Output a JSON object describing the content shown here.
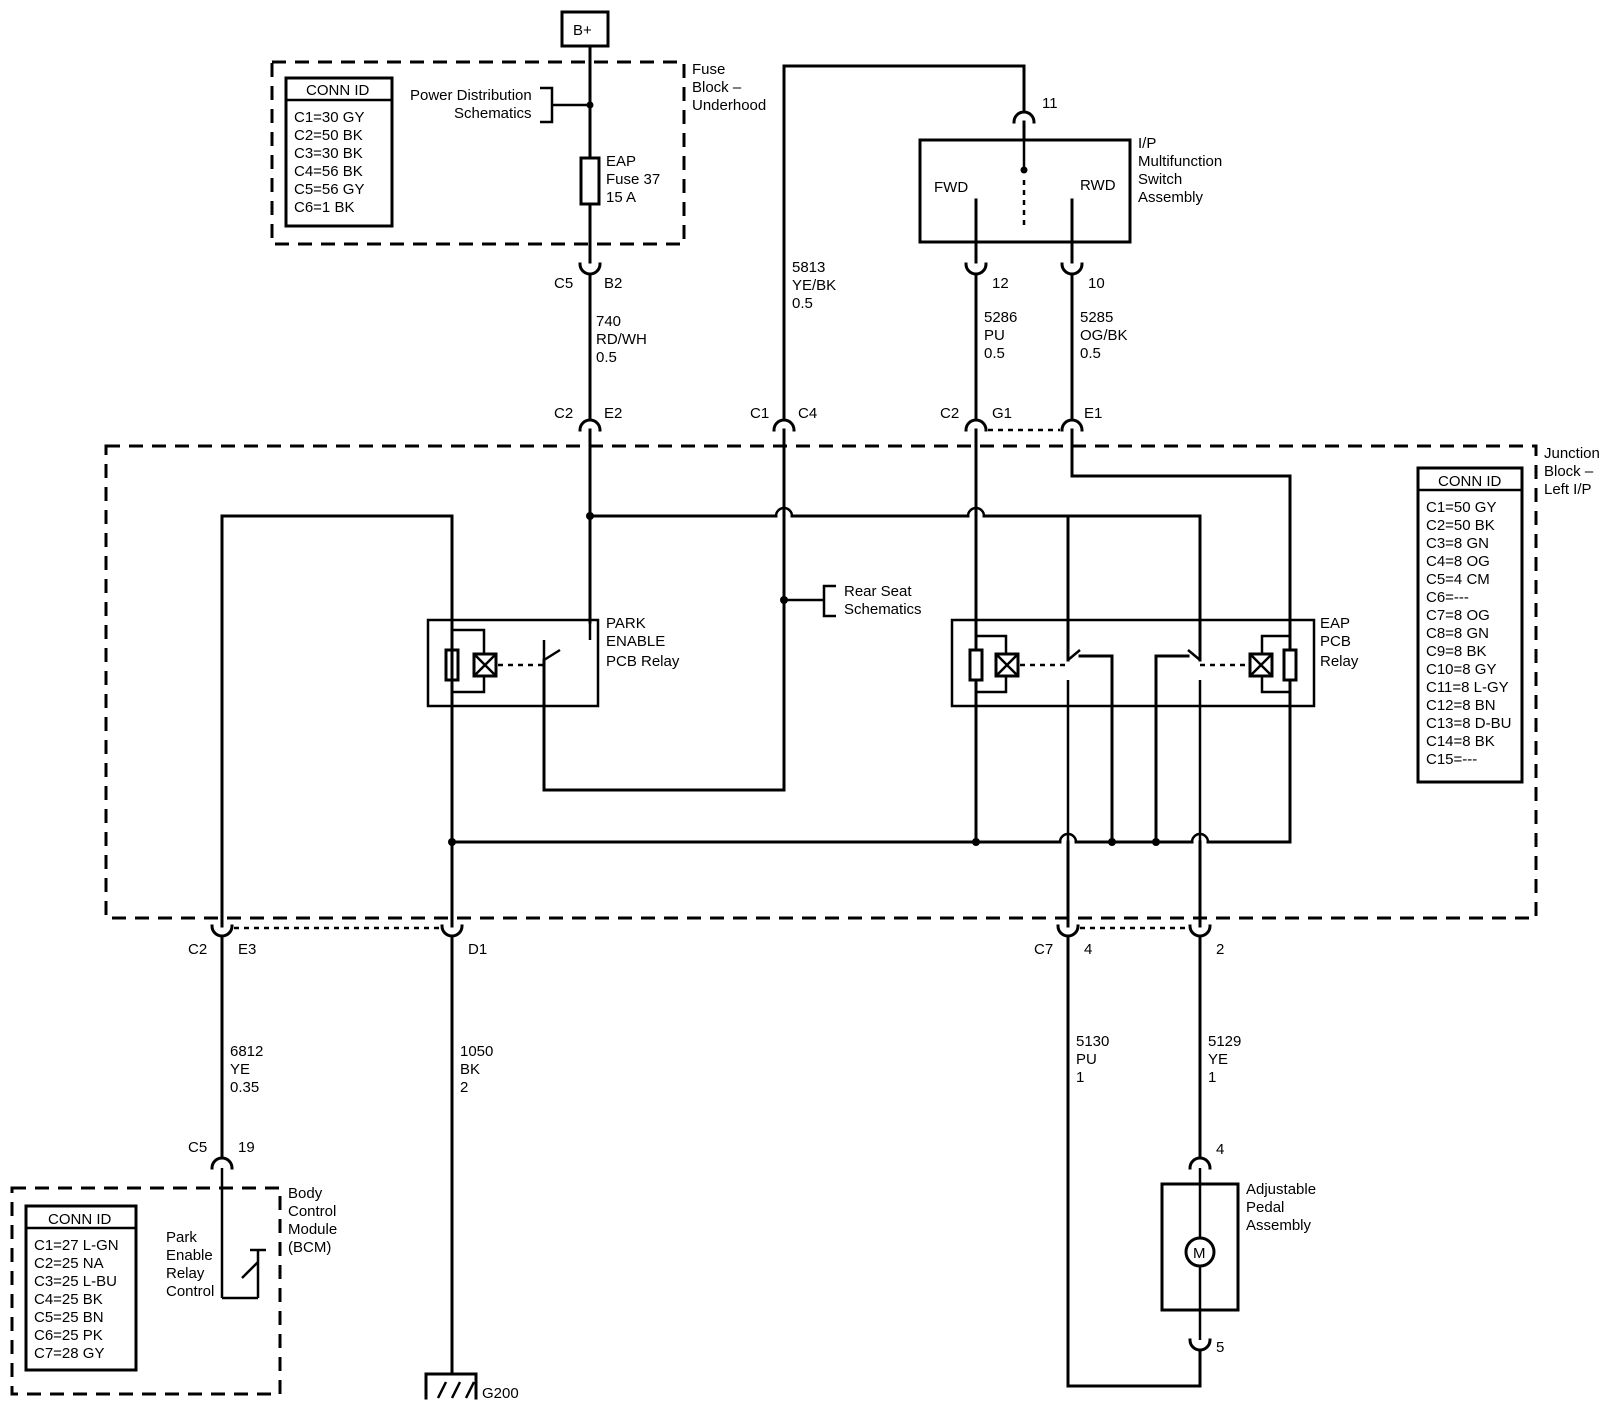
{
  "power": {
    "label": "B+"
  },
  "fuse_block": {
    "title": [
      "Fuse",
      "Block –",
      "Underhood"
    ],
    "conn_title": "CONN ID",
    "conn": [
      "C1=30 GY",
      "C2=50 BK",
      "C3=30 BK",
      "C4=56 BK",
      "C5=56 GY",
      "C6=1 BK"
    ],
    "pds": [
      "Power Distribution",
      "Schematics"
    ],
    "fuse": [
      "EAP",
      "Fuse 37",
      "15 A"
    ]
  },
  "switch": {
    "title": [
      "I/P",
      "Multifunction",
      "Switch",
      "Assembly"
    ],
    "fwd": "FWD",
    "rwd": "RWD",
    "pin_top": "11",
    "pin_fwd": "12",
    "pin_rwd": "10"
  },
  "connectors": {
    "fb_c5": "C5",
    "fb_b2": "B2",
    "jb_c2a": "C2",
    "jb_e2": "E2",
    "jb_c1": "C1",
    "jb_c4": "C4",
    "jb_c2b": "C2",
    "jb_g1": "G1",
    "jb_e1": "E1",
    "jb_c2c": "C2",
    "jb_e3": "E3",
    "jb_d1": "D1",
    "jb_c7": "C7",
    "jb_4": "4",
    "jb_2": "2",
    "bcm_c5": "C5",
    "bcm_19": "19",
    "pedal_4": "4",
    "pedal_5": "5"
  },
  "wires": {
    "w740": [
      "740",
      "RD/WH",
      "0.5"
    ],
    "w5813": [
      "5813",
      "YE/BK",
      "0.5"
    ],
    "w5286": [
      "5286",
      "PU",
      "0.5"
    ],
    "w5285": [
      "5285",
      "OG/BK",
      "0.5"
    ],
    "w6812": [
      "6812",
      "YE",
      "0.35"
    ],
    "w1050": [
      "1050",
      "BK",
      "2"
    ],
    "w5130": [
      "5130",
      "PU",
      "1"
    ],
    "w5129": [
      "5129",
      "YE",
      "1"
    ]
  },
  "junction_block": {
    "title": [
      "Junction",
      "Block –",
      "Left I/P"
    ],
    "conn_title": "CONN ID",
    "conn": [
      "C1=50 GY",
      "C2=50 BK",
      "C3=8 GN",
      "C4=8 OG",
      "C5=4 CM",
      "C6=---",
      "C7=8 OG",
      "C8=8 GN",
      "C9=8 BK",
      "C10=8 GY",
      "C11=8 L-GY",
      "C12=8 BN",
      "C13=8 D-BU",
      "C14=8 BK",
      "C15=---"
    ]
  },
  "rear_seat": [
    "Rear Seat",
    "Schematics"
  ],
  "park_relay": [
    "PARK",
    "ENABLE",
    "PCB Relay"
  ],
  "eap_relay": [
    "EAP",
    "PCB",
    "Relay"
  ],
  "bcm": {
    "title": [
      "Body",
      "Control",
      "Module",
      "(BCM)"
    ],
    "conn_title": "CONN ID",
    "conn": [
      "C1=27 L-GN",
      "C2=25 NA",
      "C3=25 L-BU",
      "C4=25 BK",
      "C5=25 BN",
      "C6=25 PK",
      "C7=28 GY"
    ],
    "control": [
      "Park",
      "Enable",
      "Relay",
      "Control"
    ]
  },
  "pedal": {
    "title": [
      "Adjustable",
      "Pedal",
      "Assembly"
    ],
    "motor": "M"
  },
  "ground": {
    "label": "G200"
  }
}
